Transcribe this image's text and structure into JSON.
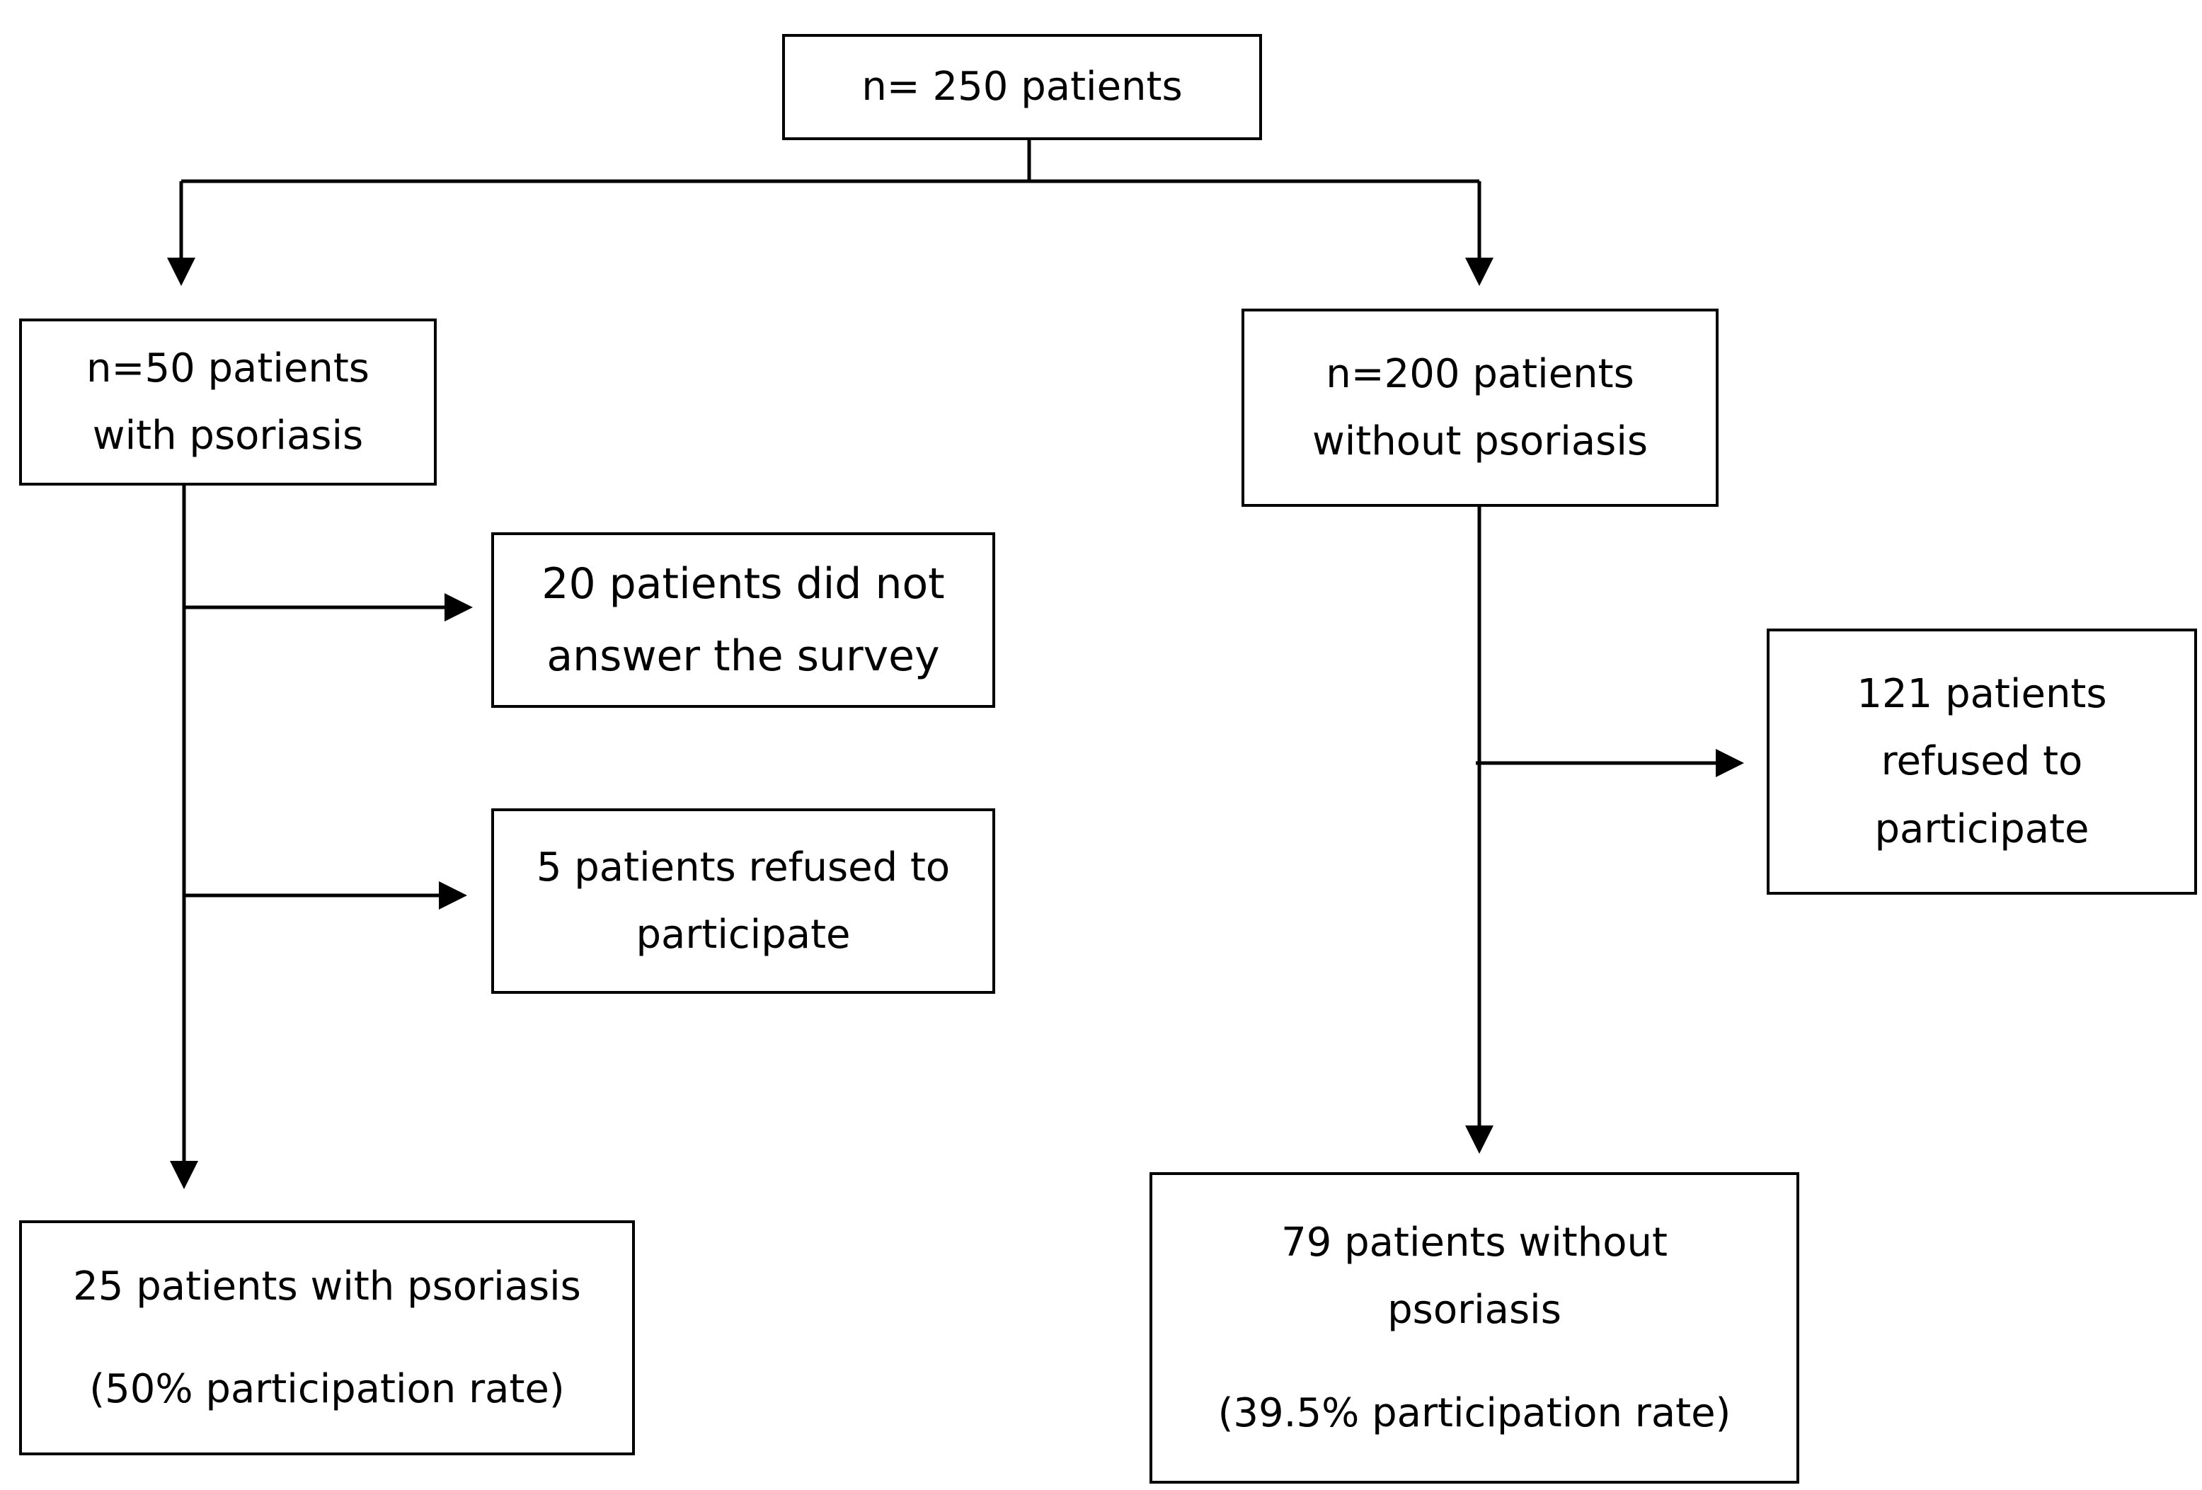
{
  "total": {
    "line1": "n= 250 patients"
  },
  "psoriasis": {
    "group": {
      "line1": "n=50 patients",
      "line2": "with psoriasis"
    },
    "no_answer": {
      "line1": "20 patients did not",
      "line2": "answer the survey"
    },
    "refused": {
      "line1": "5 patients refused to",
      "line2": "participate"
    },
    "final": {
      "line1": "25 patients with psoriasis",
      "line2": "(50% participation rate)"
    }
  },
  "no_psoriasis": {
    "group": {
      "line1": "n=200 patients",
      "line2": "without psoriasis"
    },
    "refused": {
      "line1": "121 patients",
      "line2": "refused to",
      "line3": "participate"
    },
    "final": {
      "line1": "79 patients without",
      "line2": "psoriasis",
      "line3": "(39.5% participation rate)"
    }
  },
  "colors": {
    "line": "#000000",
    "box_border": "#000000",
    "background": "#ffffff"
  }
}
